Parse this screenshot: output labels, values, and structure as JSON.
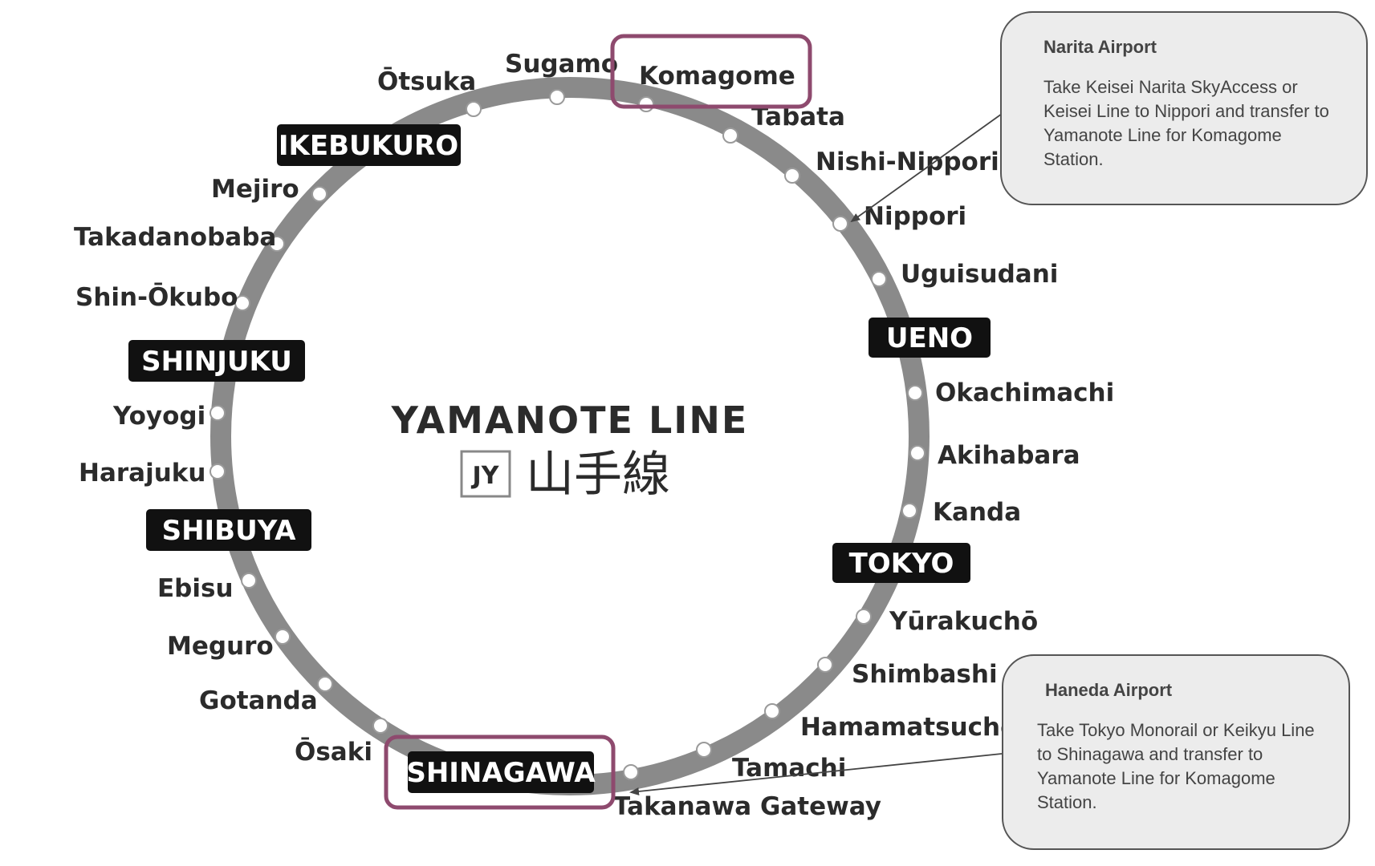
{
  "diagram": {
    "title_en": "YAMANOTE LINE",
    "badge": "JY",
    "title_ja": "山手線",
    "colors": {
      "ring": "#8a8a8a",
      "highlight": "#8e4a6e",
      "major_bg": "#111111",
      "major_text": "#ffffff",
      "callout_bg": "#ececec"
    }
  },
  "stations": {
    "otsuka": "Ōtsuka",
    "sugamo": "Sugamo",
    "komagome": "Komagome",
    "tabata": "Tabata",
    "nishi_nippori": "Nishi-Nippori",
    "nippori": "Nippori",
    "uguisudani": "Uguisudani",
    "ueno": "UENO",
    "okachimachi": "Okachimachi",
    "akihabara": "Akihabara",
    "kanda": "Kanda",
    "tokyo": "TOKYO",
    "yurakucho": "Yūrakuchō",
    "shimbashi": "Shimbashi",
    "hamamatsucho": "Hamamatsuchō",
    "tamachi": "Tamachi",
    "takanawa_gateway": "Takanawa Gateway",
    "shinagawa": "SHINAGAWA",
    "osaki": "Ōsaki",
    "gotanda": "Gotanda",
    "meguro": "Meguro",
    "ebisu": "Ebisu",
    "shibuya": "SHIBUYA",
    "harajuku": "Harajuku",
    "yoyogi": "Yoyogi",
    "shinjuku": "SHINJUKU",
    "shin_okubo": "Shin-Ōkubo",
    "takadanobaba": "Takadanobaba",
    "mejiro": "Mejiro",
    "ikebukuro": "IKEBUKURO"
  },
  "callouts": {
    "narita": {
      "title": "Narita Airport",
      "body": "Take Keisei Narita SkyAccess or Keisei Line to Nippori and transfer to Yamanote Line for Komagome Station."
    },
    "haneda": {
      "title": "Haneda Airport",
      "body": "Take Tokyo Monorail or Keikyu Line to Shinagawa and transfer to Yamanote Line for Komagome Station."
    }
  }
}
